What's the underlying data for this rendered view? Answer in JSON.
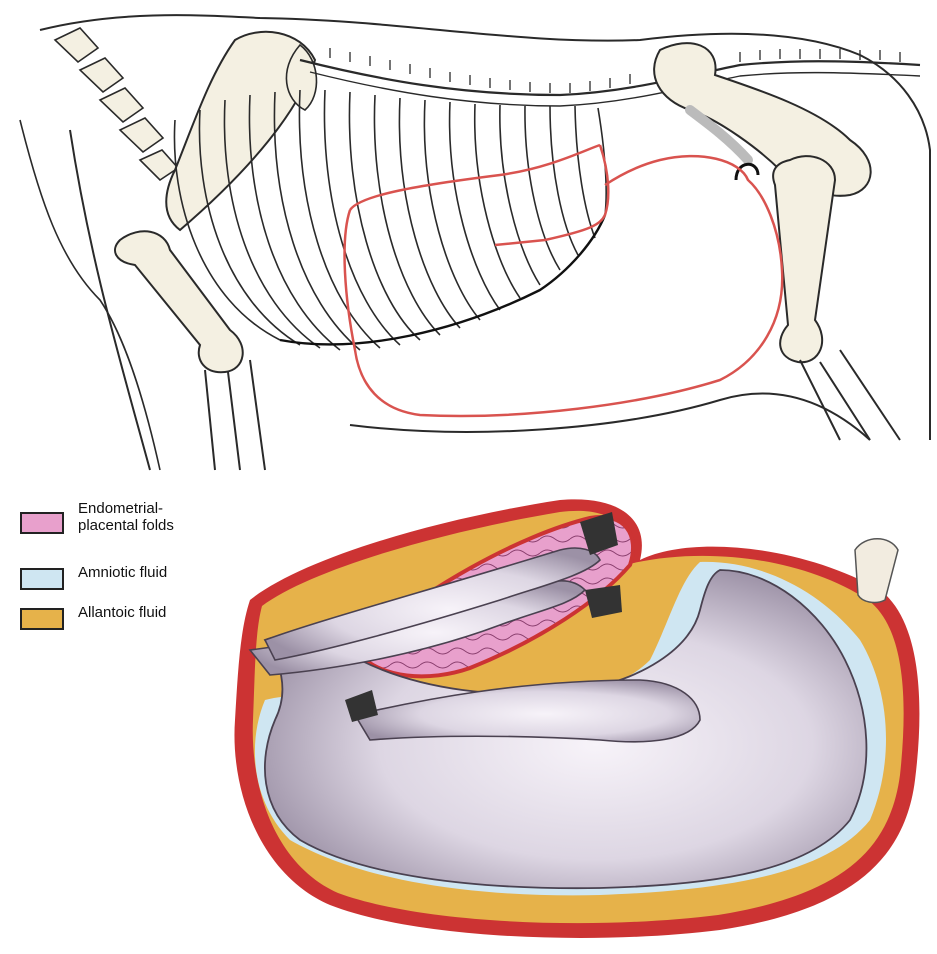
{
  "legend": [
    {
      "label": "Endometrial-\nplacental folds",
      "color": "#e8a0cc"
    },
    {
      "label": "Amniotic fluid",
      "color": "#cfe6f2"
    },
    {
      "label": "Allantoic fluid",
      "color": "#e6b24a"
    }
  ],
  "colors": {
    "uterus_outline": "#d9534f",
    "uterine_wall": "#cc3333",
    "skeleton_line": "#2a2a2a",
    "bone_fill": "#f4f0e2",
    "foal_body": "#dcd6e2",
    "hoof": "#333333"
  }
}
